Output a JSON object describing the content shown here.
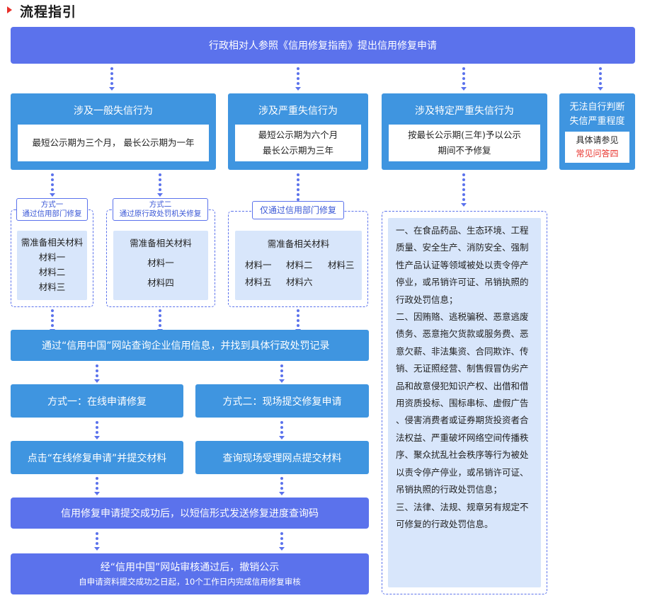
{
  "header": {
    "title": "流程指引"
  },
  "top": "行政相对人参照《信用修复指南》提出信用修复申请",
  "categories": {
    "general": {
      "title": "涉及一般失信行为",
      "text": "最短公示期为三个月， 最长公示期为一年"
    },
    "serious": {
      "title": "涉及严重失信行为",
      "line1": "最短公示期为六个月",
      "line2": "最长公示期为三年"
    },
    "special": {
      "title": "涉及特定严重失信行为",
      "line1": "按最长公示期(三年)予以公示",
      "line2": "期间不予修复"
    },
    "unknown": {
      "title1": "无法自行判断",
      "title2": "失信严重程度",
      "line1": "具体请参见",
      "line2": "常见问答四"
    }
  },
  "method1": {
    "label1": "方式一",
    "label2": "通过信用部门修复",
    "heading": "需准备相关材料",
    "items": [
      "材料一",
      "材料二",
      "材料三"
    ]
  },
  "method2": {
    "label1": "方式二",
    "label2": "通过原行政处罚机关修复",
    "heading": "需准备相关材料",
    "items": [
      "材料一",
      "材料四"
    ]
  },
  "method3": {
    "label": "仅通过信用部门修复",
    "heading": "需准备相关材料",
    "items": [
      "材料一",
      "材料二",
      "材料三",
      "材料五",
      "材料六"
    ]
  },
  "special_list": [
    "一、在食品药品、生态环境、工程",
    "质量、安全生产、消防安全、强制",
    "性产品认证等领域被处以责令停产",
    "停业，或吊销许可证、吊销执照的",
    "行政处罚信息；",
    "二、因贿赂、逃税骗税、恶意逃废",
    "债务、恶意拖欠货款或服务费、恶",
    "意欠薪、非法集资、合同欺诈、传",
    "销、无证照经营、制售假冒伪劣产",
    "品和故意侵犯知识产权、出借和借",
    "用资质投标、围标串标、虚假广告",
    "、侵害消费者或证券期货投资者合",
    "法权益、严重破坏网络空间传播秩",
    "序、聚众扰乱社会秩序等行为被处",
    "以责令停产停业，或吊销许可证、",
    "吊销执照的行政处罚信息；",
    "三、法律、法规、规章另有规定不",
    "可修复的行政处罚信息。"
  ],
  "query": "通过“信用中国”网站查询企业信用信息，并找到具体行政处罚记录",
  "online": "方式一：在线申请修复",
  "onsite": "方式二：现场提交修复申请",
  "online_submit": "点击“在线修复申请”并提交材料",
  "onsite_submit": "查询现场受理网点提交材料",
  "sms": "信用修复申请提交成功后，以短信形式发送修复进度查询码",
  "final": {
    "line1": "经“信用中国”网站审核通过后，撤销公示",
    "line2": "自申请资料提交成功之日起，10个工作日内完成信用修复审核"
  }
}
